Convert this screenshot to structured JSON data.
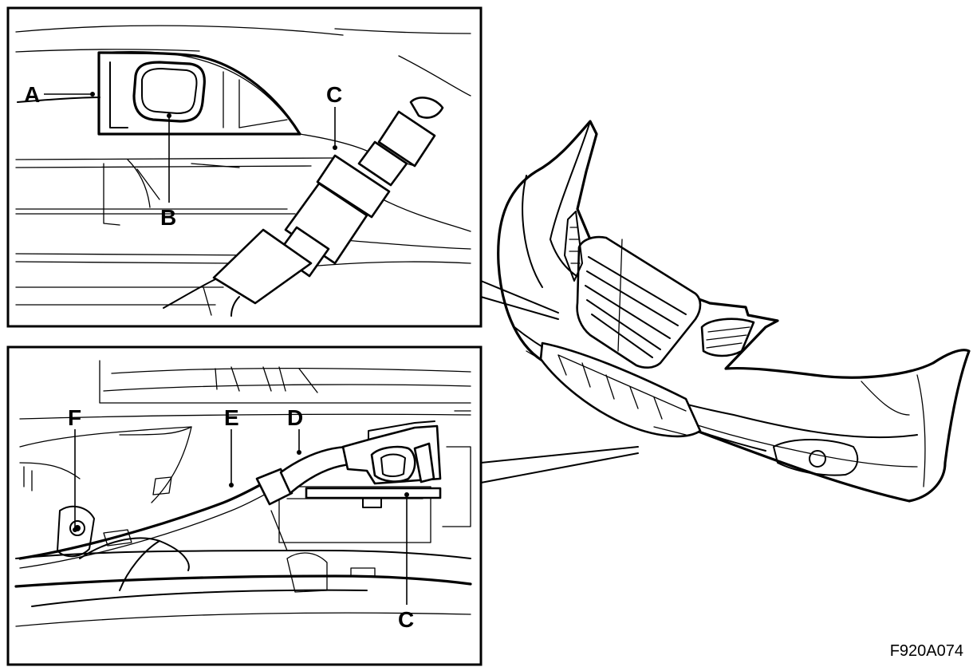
{
  "callouts": {
    "top": {
      "A": "A",
      "B": "B",
      "C": "C"
    },
    "bottom": {
      "F": "F",
      "E": "E",
      "D": "D",
      "C": "C"
    }
  },
  "figure_code": "F920A074",
  "colors": {
    "line": "#000000",
    "background": "#ffffff"
  }
}
